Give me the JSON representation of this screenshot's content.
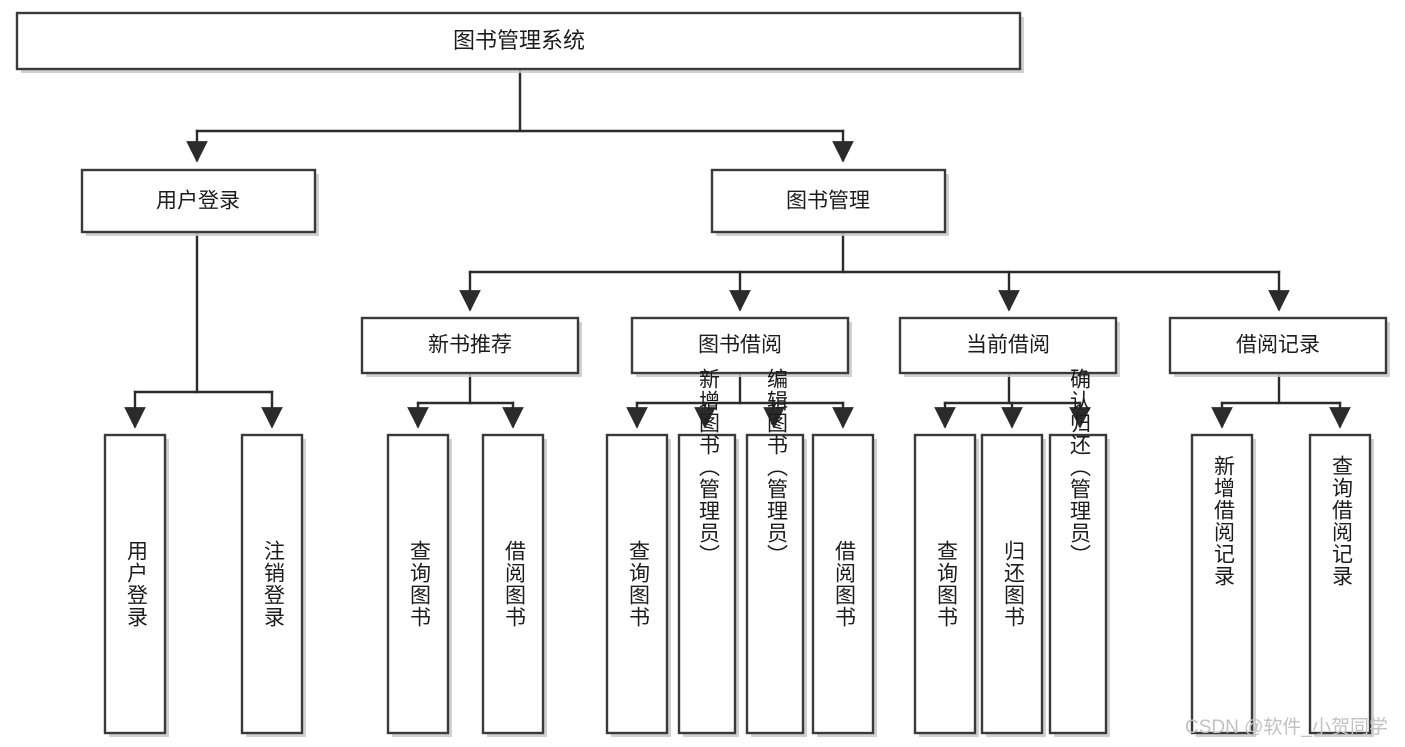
{
  "diagram": {
    "title": "图书管理系统",
    "type": "tree",
    "watermark": "CSDN @软件_小贺同学",
    "colors": {
      "box_fill": "#ffffff",
      "box_stroke": "#3a3a3a",
      "connector": "#2b2b2b",
      "text": "#1c1c1c",
      "watermark": "#c2c2c2",
      "background": "#ffffff"
    },
    "nodes": {
      "root": {
        "label": "图书管理系统",
        "level": 0
      },
      "level1": [
        {
          "label": "用户登录",
          "level": 1
        },
        {
          "label": "图书管理",
          "level": 1
        }
      ],
      "level2": [
        {
          "label": "新书推荐",
          "level": 2,
          "parent": "图书管理"
        },
        {
          "label": "图书借阅",
          "level": 2,
          "parent": "图书管理"
        },
        {
          "label": "当前借阅",
          "level": 2,
          "parent": "图书管理"
        },
        {
          "label": "借阅记录",
          "level": 2,
          "parent": "图书管理"
        }
      ],
      "leaves": {
        "user_login": [
          {
            "label": "用户登录"
          },
          {
            "label": "注销登录"
          }
        ],
        "new_book": [
          {
            "label": "查询图书"
          },
          {
            "label": "借阅图书"
          }
        ],
        "book_borrow": [
          {
            "label": "查询图书"
          },
          {
            "label": "新增图书（管理员）"
          },
          {
            "label": "编辑图书（管理员）"
          },
          {
            "label": "借阅图书"
          }
        ],
        "current_borrow": [
          {
            "label": "查询图书"
          },
          {
            "label": "归还图书"
          },
          {
            "label": "确认归还（管理员）"
          }
        ],
        "borrow_record": [
          {
            "label": "新增借阅记录"
          },
          {
            "label": "查询借阅记录"
          }
        ]
      }
    }
  }
}
